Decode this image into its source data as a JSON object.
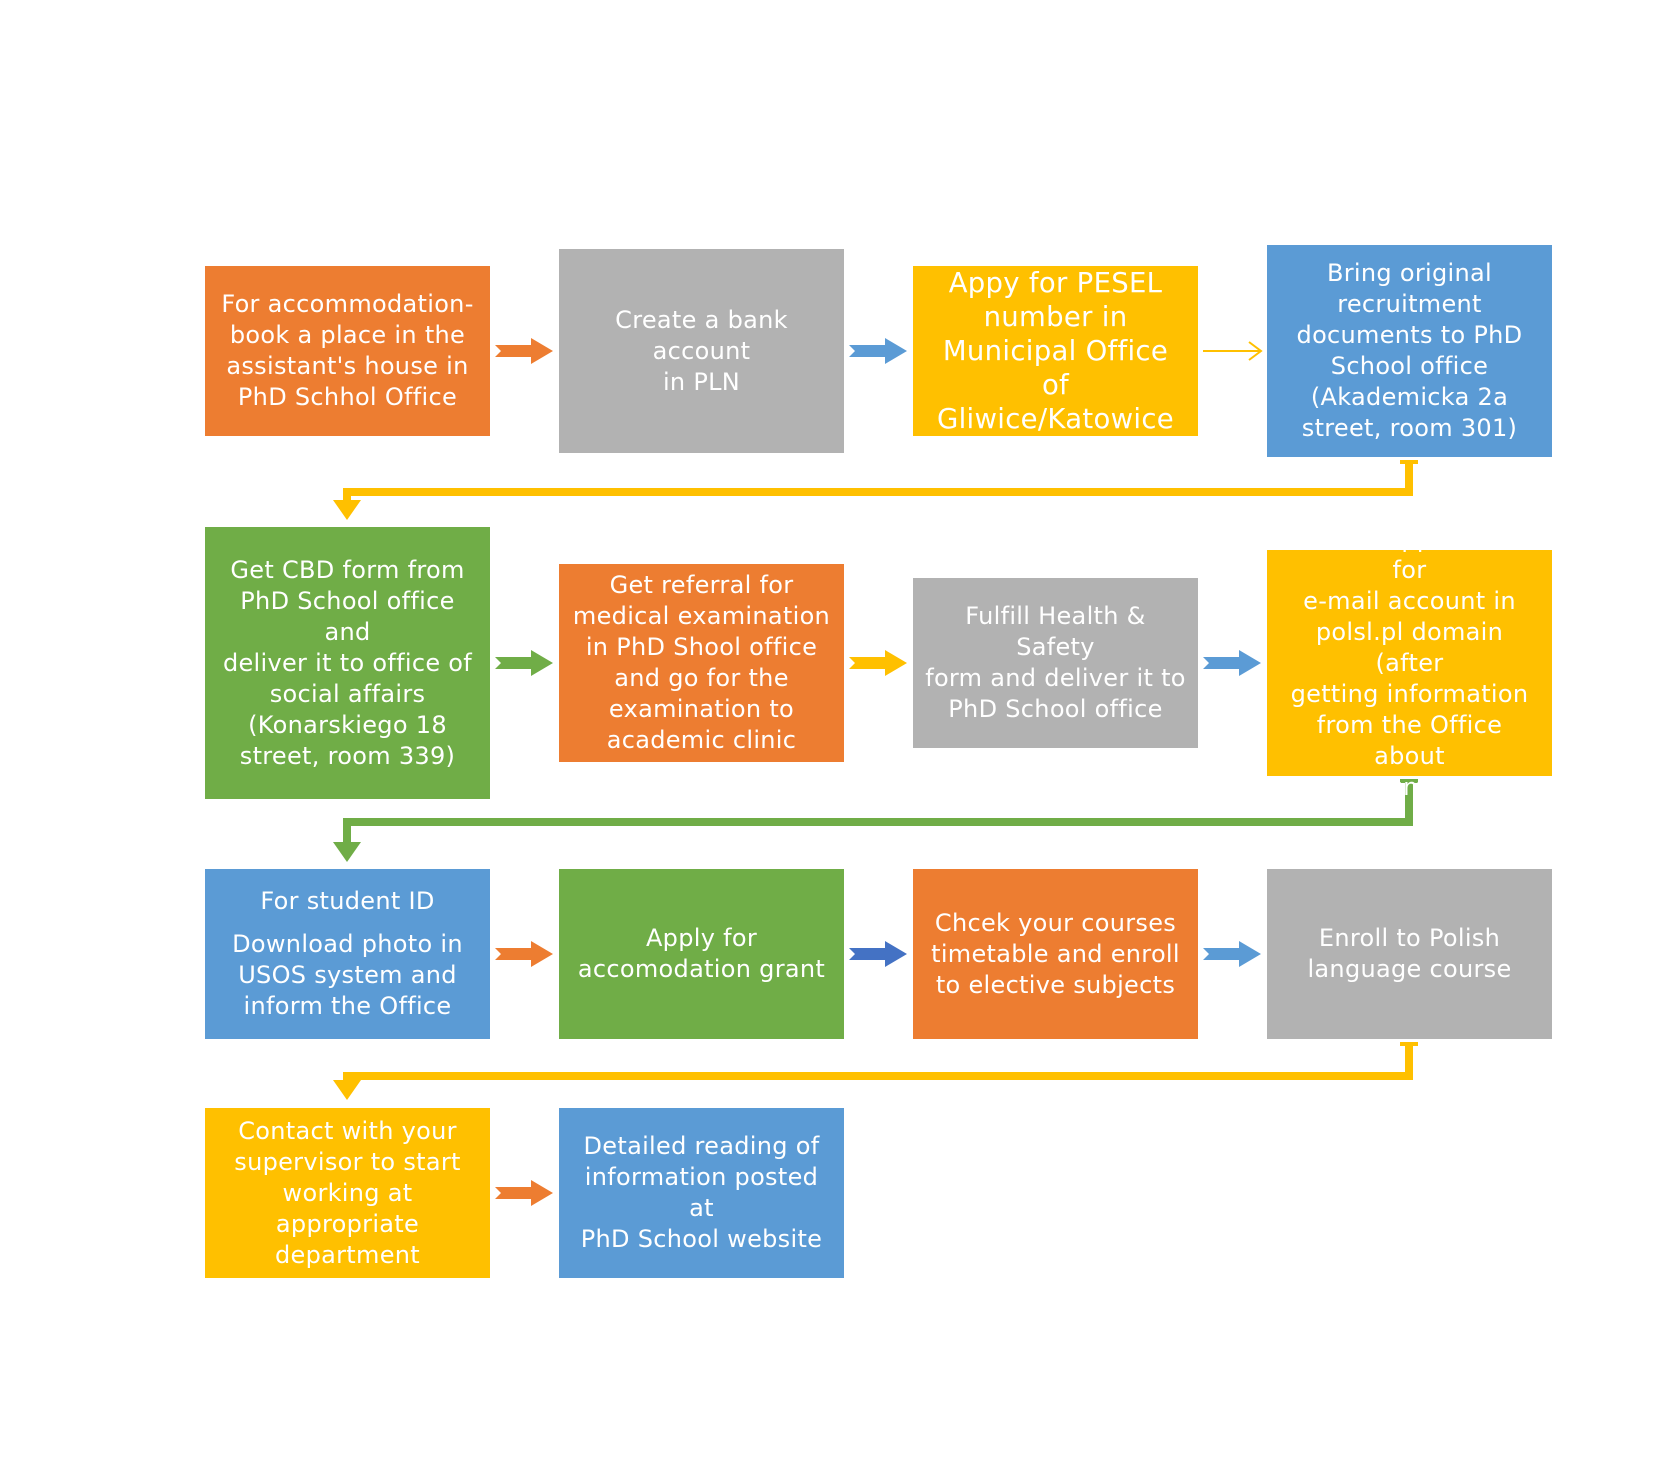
{
  "colors": {
    "orange": "#ed7d31",
    "gray": "#b2b2b2",
    "yellow": "#ffc000",
    "blue": "#5b9bd5",
    "dark_blue": "#4472c4",
    "green": "#70ad47"
  },
  "steps": [
    {
      "id": "s1",
      "color": "orange",
      "text": "For accommodation-\nbook a place in the\nassistant's house in\nPhD Schhol Office"
    },
    {
      "id": "s2",
      "color": "gray",
      "text": "Create a bank account\nin PLN"
    },
    {
      "id": "s3",
      "color": "yellow",
      "text": "Appy for PESEL\nnumber in\nMunicipal Office of\nGliwice/Katowice"
    },
    {
      "id": "s4",
      "color": "blue",
      "text": "Bring original\nrecruitment\ndocuments to PhD\nSchool office\n(Akademicka 2a\nstreet, room 301)"
    },
    {
      "id": "s5",
      "color": "green",
      "text": "Get CBD form from\nPhD School office and\ndeliver it to office of\nsocial affairs\n(Konarskiego 18\nstreet, room 339)"
    },
    {
      "id": "s6",
      "color": "orange",
      "text": "Get referral for\nmedical examination\nin PhD Shool office\nand go for the\nexamination to\nacademic clinic"
    },
    {
      "id": "s7",
      "color": "gray",
      "text": "Fulfill Health & Safety\nform and deliver it to\nPhD School office"
    },
    {
      "id": "s8",
      "color": "yellow",
      "text": "Fill the application for\ne-mail account in\npolsl.pl domain (after\ngetting information\nfrom the Office about\nIT number)"
    },
    {
      "id": "s9",
      "color": "blue",
      "text": "For student ID",
      "text2": "Download photo in\nUSOS system and\ninform the Office"
    },
    {
      "id": "s10",
      "color": "green",
      "text": "Apply for\naccomodation grant"
    },
    {
      "id": "s11",
      "color": "orange",
      "text": "Chcek your courses\ntimetable and enroll\nto elective subjects"
    },
    {
      "id": "s12",
      "color": "gray",
      "text": "Enroll to Polish\nlanguage course"
    },
    {
      "id": "s13",
      "color": "yellow",
      "text": "Contact with your\nsupervisor to start\nworking at\nappropriate\ndepartment"
    },
    {
      "id": "s14",
      "color": "blue",
      "text": "Detailed reading of\ninformation posted at\nPhD School website"
    }
  ],
  "connectors": [
    {
      "from": "s1",
      "to": "s2",
      "color": "orange",
      "style": "block"
    },
    {
      "from": "s2",
      "to": "s3",
      "color": "blue",
      "style": "block"
    },
    {
      "from": "s3",
      "to": "s4",
      "color": "yellow",
      "style": "thin"
    },
    {
      "from": "s4",
      "to": "s5",
      "color": "yellow",
      "style": "elbow"
    },
    {
      "from": "s5",
      "to": "s6",
      "color": "green",
      "style": "block"
    },
    {
      "from": "s6",
      "to": "s7",
      "color": "yellow",
      "style": "block"
    },
    {
      "from": "s7",
      "to": "s8",
      "color": "blue",
      "style": "block"
    },
    {
      "from": "s8",
      "to": "s9",
      "color": "green",
      "style": "elbow"
    },
    {
      "from": "s9",
      "to": "s10",
      "color": "orange",
      "style": "block"
    },
    {
      "from": "s10",
      "to": "s11",
      "color": "dark_blue",
      "style": "block"
    },
    {
      "from": "s11",
      "to": "s12",
      "color": "blue",
      "style": "block"
    },
    {
      "from": "s12",
      "to": "s13",
      "color": "yellow",
      "style": "elbow"
    },
    {
      "from": "s13",
      "to": "s14",
      "color": "orange",
      "style": "block"
    }
  ]
}
